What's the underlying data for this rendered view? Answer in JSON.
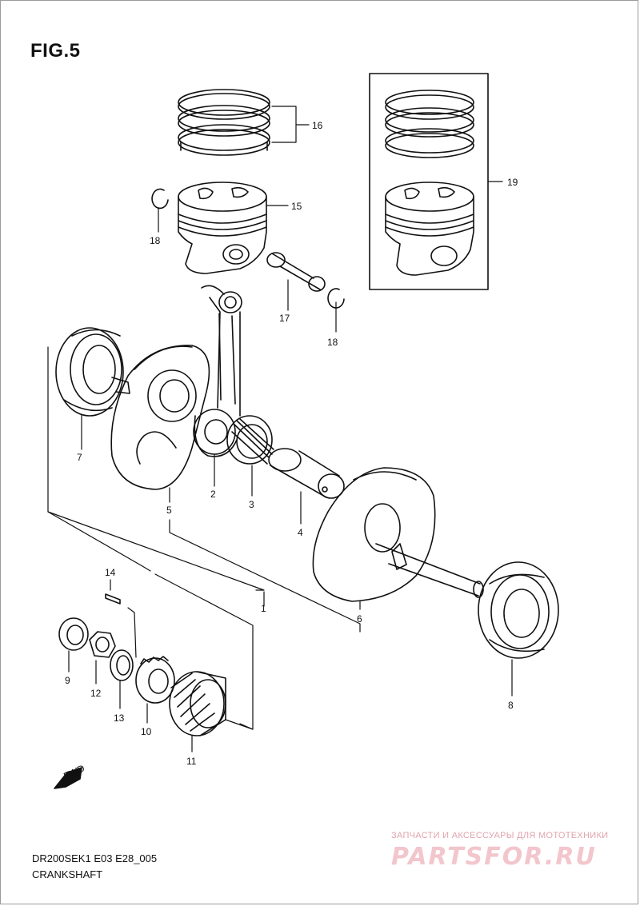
{
  "figure_title": "FIG.5",
  "model_code": "DR200SEK1 E03 E28_005",
  "section_name": "CRANKSHAFT",
  "fwd_label": "FWD",
  "watermark": {
    "tagline": "ЗАПЧАСТИ И АКСЕССУАРЫ ДЛЯ МОТОТЕХНИКИ",
    "logo": "PARTSFOR.RU"
  },
  "callouts": {
    "c1": "1",
    "c2": "2",
    "c3": "3",
    "c4": "4",
    "c5": "5",
    "c6": "6",
    "c7": "7",
    "c8": "8",
    "c9": "9",
    "c10": "10",
    "c11": "11",
    "c12": "12",
    "c13": "13",
    "c14": "14",
    "c15": "15",
    "c16": "16",
    "c17": "17",
    "c18a": "18",
    "c18b": "18",
    "c19": "19"
  }
}
